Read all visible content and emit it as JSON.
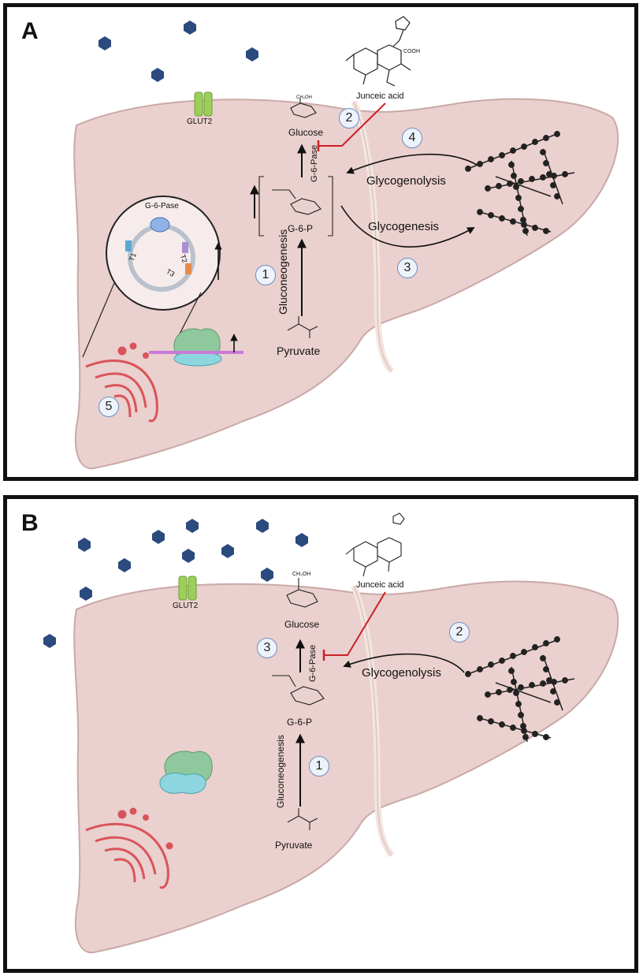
{
  "panel_a": {
    "letter": "A",
    "transporter": "GLUT2",
    "compound": "Junceic acid",
    "cooh": "COOH",
    "glucose": "Glucose",
    "ch2oh": "CH₂OH",
    "g6pase_vertical": "G-6-Pase",
    "g6p": "G-6-P",
    "gluconeogenesis": "Gluconeogenesis",
    "pyruvate": "Pyruvate",
    "glycogenolysis": "Glycogenolysis",
    "glycogenesis": "Glycogenesis",
    "inset_enzyme": "G-6-Pase",
    "inset_t1": "T1",
    "inset_t2": "T2",
    "inset_t3": "T3",
    "steps": [
      "1",
      "2",
      "3",
      "4",
      "5"
    ]
  },
  "panel_b": {
    "letter": "B",
    "transporter": "GLUT2",
    "compound": "Junceic acid",
    "glucose": "Glucose",
    "ch2oh": "CH₂OH",
    "g6pase_vertical": "G-6-Pase",
    "g6p": "G-6-P",
    "gluconeogenesis": "Gluconeogenesis",
    "pyruvate": "Pyruvate",
    "glycogenolysis": "Glycogenolysis",
    "steps": [
      "1",
      "2",
      "3"
    ]
  },
  "colors": {
    "liver": "#ead0ce",
    "liver_edge": "#c9a9a6",
    "glucose_hexagon": "#2b4a7e",
    "inhibition": "#cc2027",
    "glut2": "#9ccf5a",
    "er": "#d9545a"
  },
  "icons": [
    "glucose-hexagon-icon",
    "glut2-transporter-icon",
    "glycogen-granule-icon",
    "endoplasmic-reticulum-icon",
    "ribosome-icon",
    "g6pase-complex-icon"
  ]
}
